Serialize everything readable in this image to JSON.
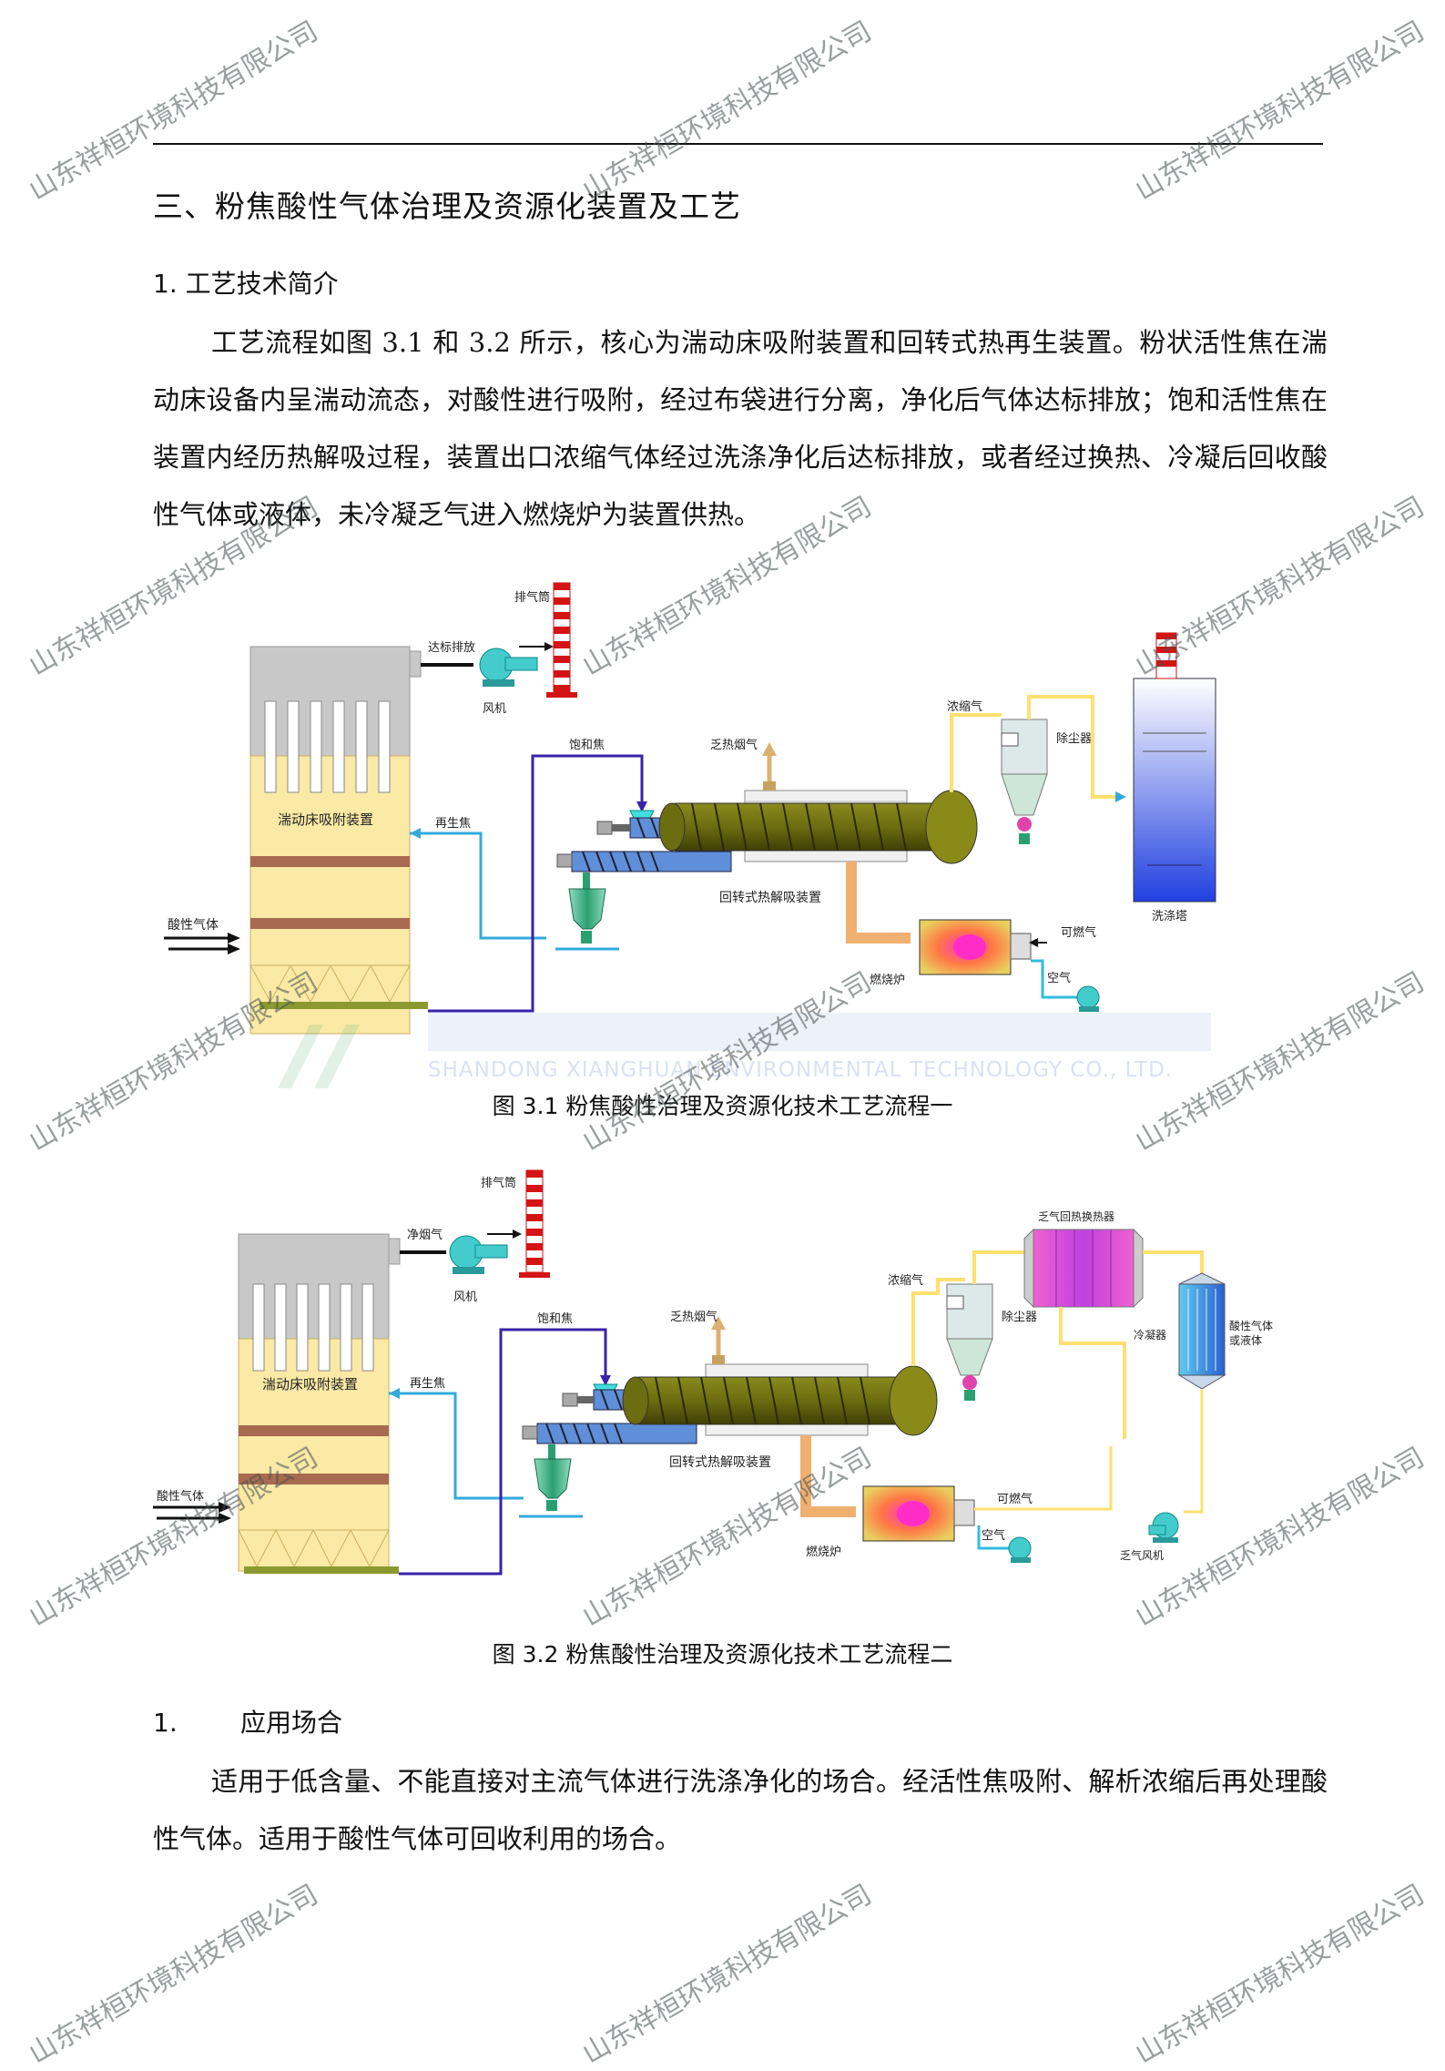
{
  "section_title": "三、粉焦酸性气体治理及资源化装置及工艺",
  "subsection_1": "1. 工艺技术简介",
  "para_1": "工艺流程如图 3.1 和 3.2 所示，核心为湍动床吸附装置和回转式热再生装置。粉状活性焦在湍动床设备内呈湍动流态，对酸性进行吸附，经过布袋进行分离，净化后气体达标排放；饱和活性焦在装置内经历热解吸过程，装置出口浓缩气体经过洗涤净化后达标排放，或者经过换热、冷凝后回收酸性气体或液体，未冷凝乏气进入燃烧炉为装置供热。",
  "fig1": {
    "caption": "图 3.1  粉焦酸性治理及资源化技术工艺流程一",
    "labels": {
      "stack": "排气筒",
      "discharge": "达标排放",
      "fan": "风机",
      "saturated_coke": "饱和焦",
      "flue_gas": "乏热烟气",
      "concentrated_gas": "浓缩气",
      "dust_remover": "除尘器",
      "turbulent_bed": "湍动床吸附装置",
      "regen_coke": "再生焦",
      "rotary_desorber": "回转式热解吸装置",
      "acid_gas": "酸性气体",
      "fuel_gas": "可燃气",
      "furnace": "燃烧炉",
      "air": "空气",
      "scrubber": "洗涤塔"
    }
  },
  "fig2": {
    "caption": "图 3.2  粉焦酸性治理及资源化技术工艺流程二",
    "labels": {
      "stack": "排气筒",
      "clean_gas": "净烟气",
      "fan": "风机",
      "saturated_coke": "饱和焦",
      "flue_gas": "乏热烟气",
      "concentrated_gas": "浓缩气",
      "dust_remover": "除尘器",
      "heat_exchanger": "乏气回热换热器",
      "turbulent_bed": "湍动床吸附装置",
      "regen_coke": "再生焦",
      "condenser": "冷凝器",
      "acid_product": "酸性气体",
      "acid_product_2": "或液体",
      "rotary_desorber": "回转式热解吸装置",
      "acid_gas": "酸性气体",
      "fuel_gas": "可燃气",
      "furnace": "燃烧炉",
      "air": "空气",
      "exhaust_fan": "乏气风机"
    }
  },
  "subsection_2_num": "1.",
  "subsection_2_title": "应用场合",
  "para_2": "适用于低含量、不能直接对主流气体进行洗涤净化的场合。经活性焦吸附、解析浓缩后再处理酸性气体。适用于酸性气体可回收利用的场合。",
  "watermark": "山东祥桓环境科技有限公司",
  "watermark_en": "SHANDONG XIANGHUAN ENVIRONMENTAL TECHNOLOGY CO., LTD."
}
